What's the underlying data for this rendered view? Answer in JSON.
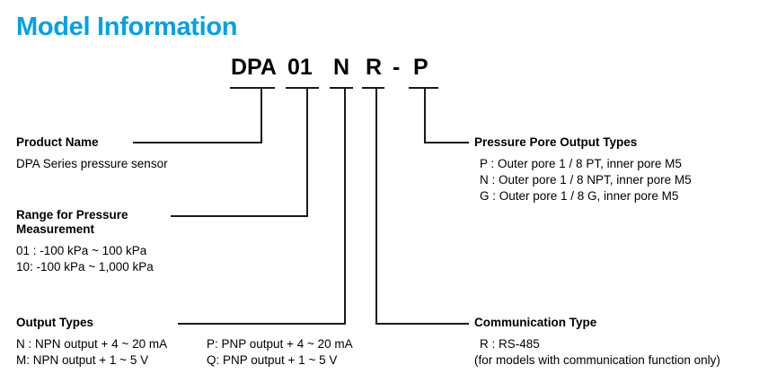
{
  "page": {
    "title": "Model Information",
    "title_color": "#00a0e9"
  },
  "model_code": {
    "segments": [
      {
        "id": "product-name",
        "text": "DPA"
      },
      {
        "id": "range",
        "text": "01"
      },
      {
        "id": "output-type",
        "text": "N"
      },
      {
        "id": "communication",
        "text": "R"
      },
      {
        "id": "dash",
        "text": "-"
      },
      {
        "id": "pore-output",
        "text": "P"
      }
    ]
  },
  "callouts": {
    "product_name": {
      "heading": "Product Name",
      "lines": [
        "DPA Series pressure sensor"
      ]
    },
    "range": {
      "heading_line1": "Range for Pressure",
      "heading_line2": "Measurement",
      "lines": [
        "01 : -100 kPa ~ 100 kPa",
        "10: -100 kPa ~ 1,000 kPa"
      ]
    },
    "output_types": {
      "heading": "Output Types",
      "column_left": [
        "N : NPN output + 4 ~ 20 mA",
        "M: NPN output + 1 ~ 5 V"
      ],
      "column_right": [
        "P: PNP output + 4 ~ 20 mA",
        "Q: PNP output + 1 ~ 5 V"
      ]
    },
    "pressure_pore_output_types": {
      "heading": "Pressure Pore Output Types",
      "lines": [
        "P : Outer pore 1 / 8 PT, inner pore M5",
        "N : Outer pore 1 / 8 NPT, inner pore M5",
        "G : Outer pore 1 / 8 G, inner pore M5"
      ]
    },
    "communication_type": {
      "heading": "Communication Type",
      "lines": [
        "R : RS-485",
        "(for models with communication function only)"
      ]
    }
  }
}
